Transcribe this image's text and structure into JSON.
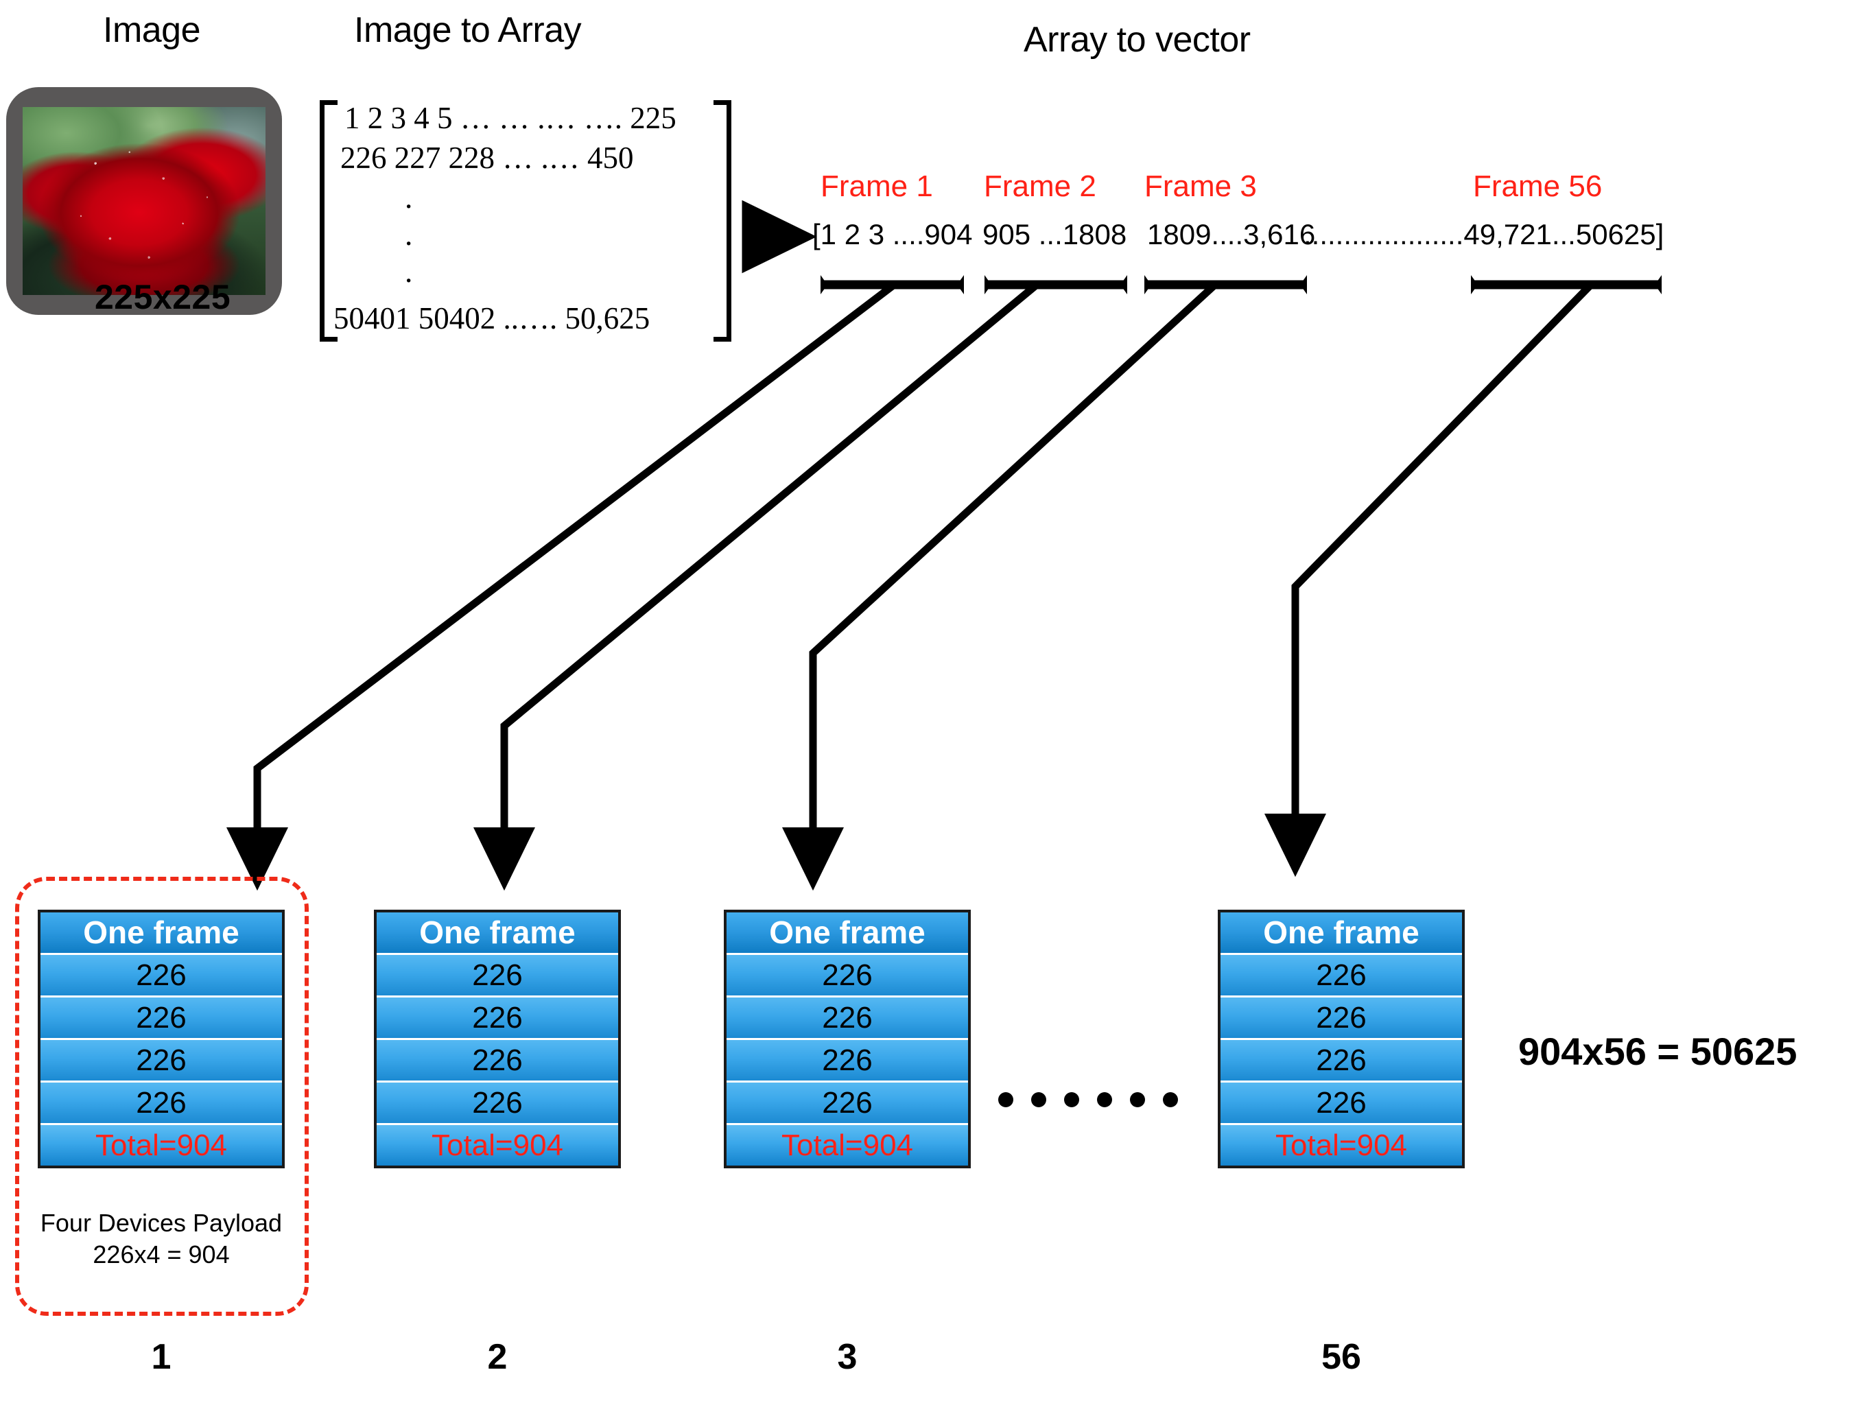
{
  "headers": {
    "image": "Image",
    "image_to_array": "Image to Array",
    "array_to_vector": "Array to vector"
  },
  "image_panel": {
    "thumbnail_alt": "red rose with water droplets",
    "size_label": "225x225"
  },
  "matrix": {
    "rows": [
      "1 2 3 4 5 … … .… …. 225",
      "226  227 228 … .… 450",
      "50401 50402  ..…. 50,625"
    ],
    "vertical_dots": [
      "·",
      "·",
      "·"
    ]
  },
  "vector": {
    "frame_labels": [
      "Frame 1",
      "Frame 2",
      "Frame 3",
      "Frame 56"
    ],
    "segments": [
      "[1 2 3 ....904",
      "905 ...1808",
      "1809....3,616",
      "....................49,721...50625]"
    ]
  },
  "frames": [
    {
      "title": "One frame",
      "payload_rows": [
        "226",
        "226",
        "226",
        "226"
      ],
      "total": "Total=904",
      "index": "1",
      "caption_line1": "Four Devices Payload",
      "caption_line2": "226x4 = 904",
      "highlighted": true
    },
    {
      "title": "One frame",
      "payload_rows": [
        "226",
        "226",
        "226",
        "226"
      ],
      "total": "Total=904",
      "index": "2",
      "highlighted": false
    },
    {
      "title": "One frame",
      "payload_rows": [
        "226",
        "226",
        "226",
        "226"
      ],
      "total": "Total=904",
      "index": "3",
      "highlighted": false
    },
    {
      "title": "One frame",
      "payload_rows": [
        "226",
        "226",
        "226",
        "226"
      ],
      "total": "Total=904",
      "index": "56",
      "highlighted": false
    }
  ],
  "ellipsis_dot_count": 6,
  "summary_equation": "904x56 = 50625",
  "colors": {
    "accent_red": "#ff2116",
    "frame_blue_light": "#55b8f2",
    "frame_blue_dark": "#1c8ad2",
    "outline": "#1a1a1a",
    "background": "#ffffff"
  }
}
